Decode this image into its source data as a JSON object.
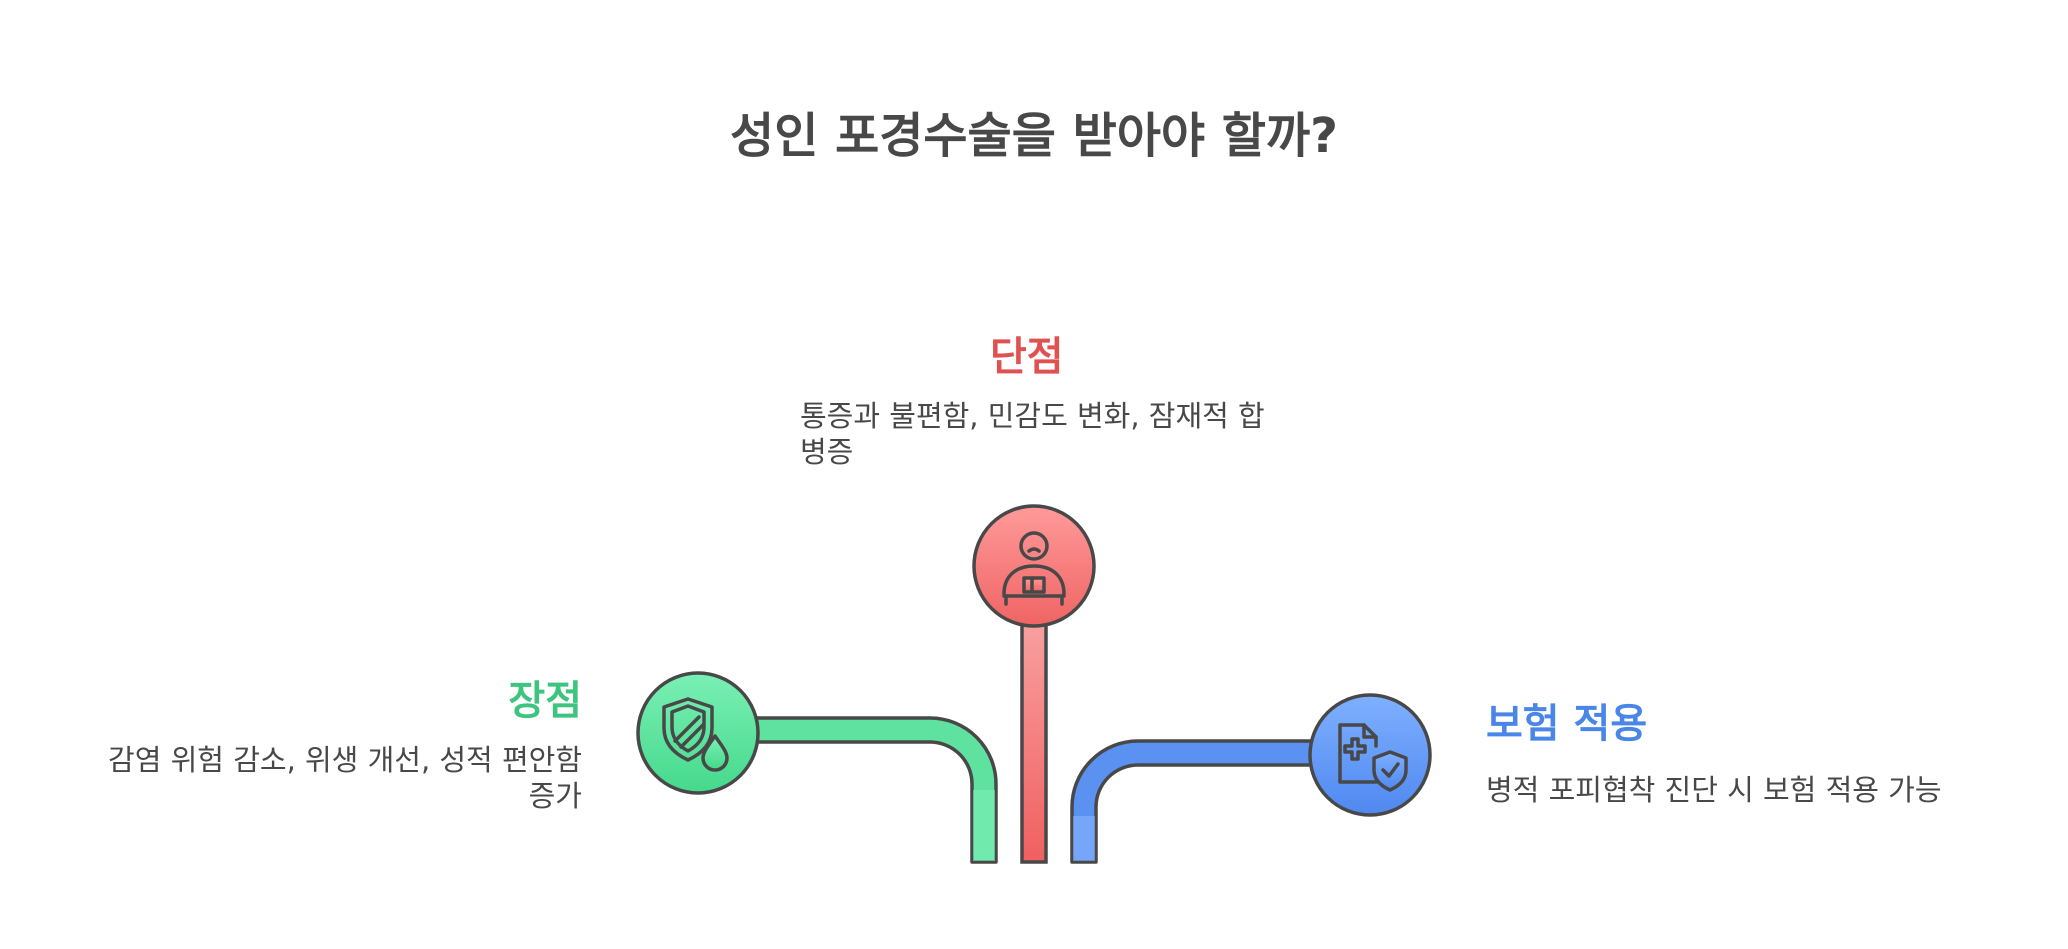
{
  "title": "성인 포경수술을 받아야 할까?",
  "items": [
    {
      "key": "pro",
      "title": "장점",
      "description": "감염 위험 감소, 위생 개선, 성적 편안함 증가",
      "icon": "shield-droplet-icon",
      "color": "#3dc47e",
      "gradient": [
        "#7af0b4",
        "#45d98c"
      ]
    },
    {
      "key": "con",
      "title": "단점",
      "description": "통증과 불편함, 민감도 변화, 잠재적 합병증",
      "icon": "uncomfortable-person-icon",
      "color": "#e05252",
      "gradient": [
        "#ff9a9a",
        "#f06464"
      ]
    },
    {
      "key": "insurance",
      "title": "보험 적용",
      "description": "병적 포피협착 진단 시 보험 적용 가능",
      "icon": "medical-document-shield-icon",
      "color": "#4a86e8",
      "gradient": [
        "#7fb0ff",
        "#4f88f0"
      ]
    }
  ]
}
